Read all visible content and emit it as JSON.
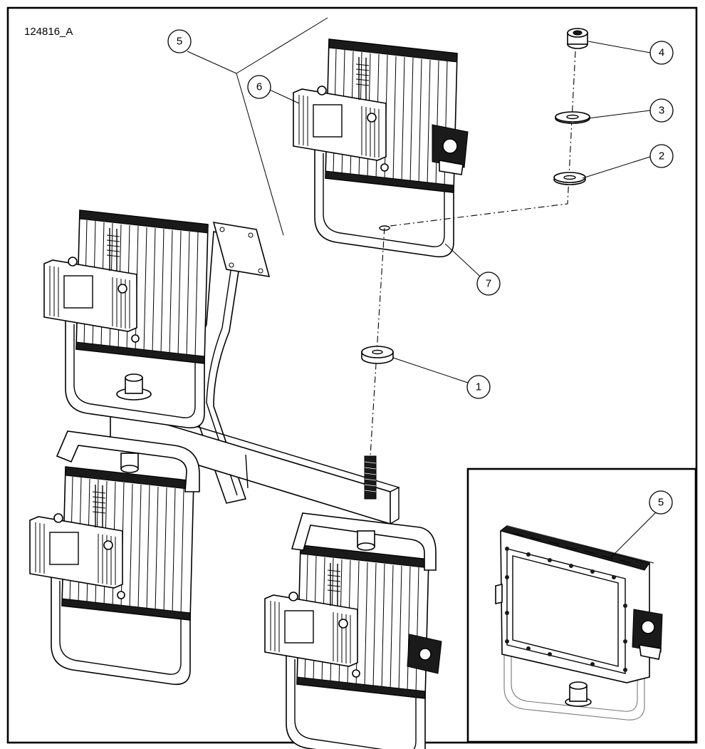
{
  "drawing": {
    "id": "124816_A"
  },
  "callouts": [
    {
      "label": "1",
      "part": "spacer"
    },
    {
      "label": "2",
      "part": "washer"
    },
    {
      "label": "3",
      "part": "washer"
    },
    {
      "label": "4",
      "part": "nut"
    },
    {
      "label": "5",
      "part": "light-fixture"
    },
    {
      "label": "6",
      "part": "driver-housing"
    },
    {
      "label": "7",
      "part": "mounting-yoke"
    }
  ],
  "inset": {
    "callout": {
      "label": "5",
      "part": "light-fixture"
    }
  },
  "colors": {
    "line": "#000000",
    "background": "#ffffff",
    "inset_line": "#777777"
  }
}
